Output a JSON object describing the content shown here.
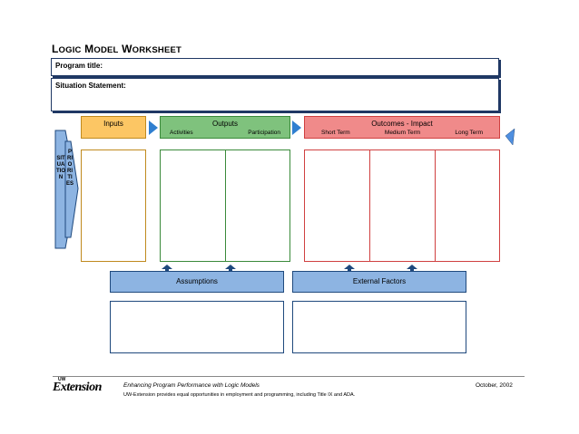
{
  "title": {
    "L": "L",
    "ogic": "OGIC",
    "M": "M",
    "odel": "ODEL",
    "W": "W",
    "orksheet": "ORKSHEET"
  },
  "fields": {
    "program_title": "Program title:",
    "situation_statement": "Situation Statement:"
  },
  "side": {
    "situation": "SITUATION",
    "priorities": "PRIORITIES"
  },
  "headers": {
    "inputs": "Inputs",
    "outputs": "Outputs",
    "activities": "Activities",
    "participation": "Participation",
    "outcomes": "Outcomes - Impact",
    "short_term": "Short Term",
    "medium_term": "Medium Term",
    "long_term": "Long Term"
  },
  "bars": {
    "assumptions": "Assumptions",
    "external_factors": "External Factors"
  },
  "footer": {
    "logo": "Extension",
    "logo_prefix": "UW",
    "line1": "Enhancing Program Performance with Logic Models",
    "line2": "UW-Extension provides equal opportunities in employment and programming, including Title IX and ADA.",
    "date": "October, 2002"
  },
  "colors": {
    "inputs_fill": "#fcc664",
    "inputs_border": "#c08a1e",
    "outputs_fill": "#7fc27d",
    "outputs_border": "#3a8a3a",
    "outcomes_fill": "#f08a8a",
    "outcomes_border": "#d04040",
    "blue_fill": "#8db4e2",
    "blue_dark": "#1f497d"
  }
}
